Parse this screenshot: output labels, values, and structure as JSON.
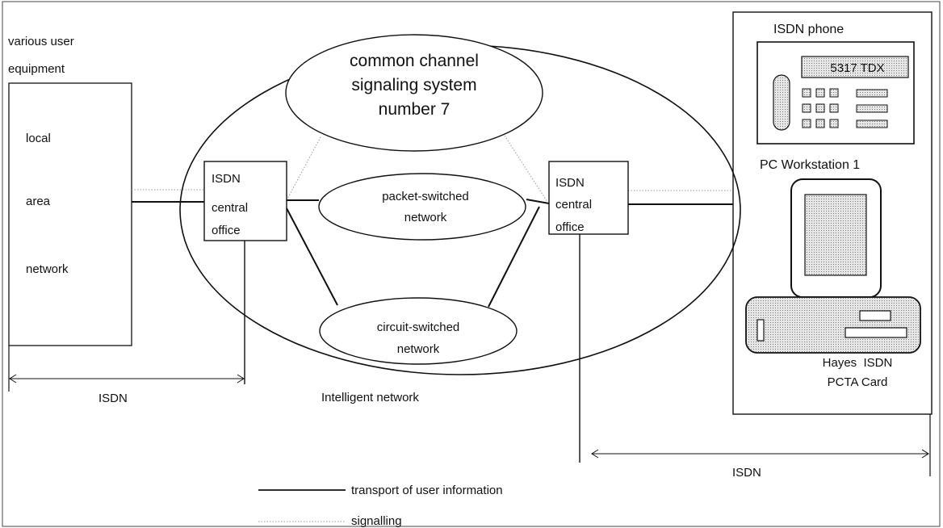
{
  "left_panel": {
    "heading": [
      "various user",
      "equipment"
    ],
    "lan_text": [
      "local",
      "area",
      "network"
    ]
  },
  "central_office_left": [
    "ISDN",
    "central",
    "office"
  ],
  "central_office_right": [
    "ISDN",
    "central",
    "office"
  ],
  "ss7": [
    "common channel",
    "signaling system",
    "number 7"
  ],
  "packet_network": [
    "packet-switched",
    "network"
  ],
  "circuit_network": [
    "circuit-switched",
    "network"
  ],
  "intelligent_network_label": "Intelligent network",
  "isdn_span_left_label": "ISDN",
  "isdn_span_right_label": "ISDN",
  "workstation": {
    "phone_label": "ISDN phone",
    "phone_display": "5317 TDX",
    "pc_label": "PC Workstation 1",
    "card_label": [
      "Hayes  ISDN",
      "PCTA Card"
    ]
  },
  "legend": {
    "solid_label": "transport of user information",
    "dotted_label": "signalling"
  },
  "colors": {
    "line": "#111111",
    "signal": "#9a9a9a",
    "shade": "#cfcfcf"
  }
}
